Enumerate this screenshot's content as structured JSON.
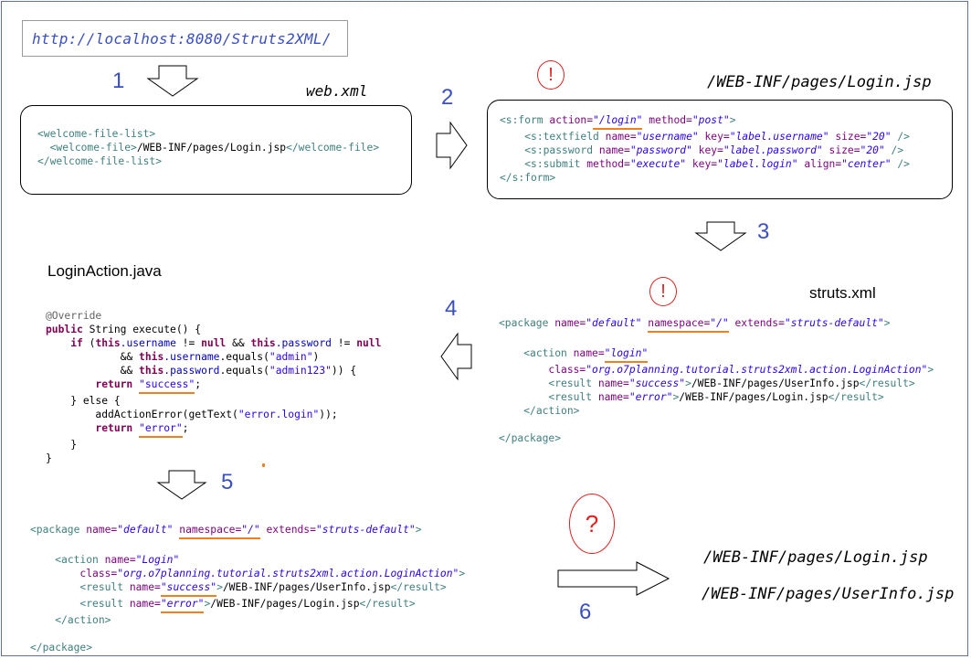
{
  "url": "http://localhost:8080/Struts2XML/",
  "steps": [
    "1",
    "2",
    "3",
    "4",
    "5",
    "6"
  ],
  "labels": {
    "web_xml": "web.xml",
    "login_jsp_path": "/WEB-INF/pages/Login.jsp",
    "struts_xml": "struts.xml",
    "login_action_java": "LoginAction.java",
    "result_login": "/WEB-INF/pages/Login.jsp",
    "result_userinfo": "/WEB-INF/pages/UserInfo.jsp"
  },
  "marks": {
    "warning": "!",
    "question": "?"
  },
  "web_xml_code": {
    "l1_tag": "<welcome-file-list>",
    "l2_open": "<welcome-file>",
    "l2_text": "/WEB-INF/pages/Login.jsp",
    "l2_close": "</welcome-file>",
    "l3_tag": "</welcome-file-list>"
  },
  "jsp_code": {
    "form_open": "<s:form",
    "a_action": " action=",
    "v_action": "\"/login\"",
    "a_method": " method=",
    "v_method": "\"post\"",
    "gt": ">",
    "tf_open": "<s:textfield",
    "a_name": " name=",
    "v_username": "\"username\"",
    "a_key": " key=",
    "v_key_username": "\"label.username\"",
    "a_size": " size=",
    "v_size": "\"20\"",
    "self_close": " />",
    "pw_open": "<s:password",
    "v_password": "\"password\"",
    "v_key_password": "\"label.password\"",
    "submit_open": "<s:submit",
    "a_method2": " method=",
    "v_execute": "\"execute\"",
    "v_key_login": "\"label.login\"",
    "a_align": " align=",
    "v_center": "\"center\"",
    "form_close": "</s:form>"
  },
  "struts_code": {
    "pkg_open": "<package",
    "a_name": " name=",
    "v_default": "\"default\"",
    "a_namespace": "namespace=",
    "v_namespace": "\"/\"",
    "a_extends": " extends=",
    "v_extends": "\"struts-default\"",
    "gt": ">",
    "action_open": "<action",
    "v_login": "\"login\"",
    "v_login_cap": "\"Login\"",
    "a_class": "class=",
    "v_class": "\"org.o7planning.tutorial.struts2xml.action.LoginAction\"",
    "result_open": "<result",
    "v_success": "\"success\"",
    "t_userinfo": "/WEB-INF/pages/UserInfo.jsp",
    "result_close": "</result>",
    "v_error": "\"error\"",
    "t_login": "/WEB-INF/pages/Login.jsp",
    "action_close": "</action>",
    "pkg_close": "</package>"
  },
  "java_code": {
    "annotation": "@Override",
    "kw_public": "public",
    "sig_rest": " String execute() {",
    "kw_if": "if",
    "paren_open": " (",
    "kw_this": "this",
    "f_username": ".username",
    "neq": " != ",
    "kw_null": "null",
    "and": " && ",
    "f_password": ".password",
    "equals_open": ".equals(",
    "s_admin": "\"admin\"",
    "close_paren": ")",
    "s_admin123": "\"admin123\"",
    "close_block": ")) {",
    "kw_return": "return",
    "s_success": "\"success\"",
    "semicolon": ";",
    "else_line": "} else {",
    "add_error": "addActionError(getText(",
    "s_error_login": "\"error.login\"",
    "add_error_close": "));",
    "s_error": "\"error\"",
    "brace_inner": "}",
    "brace_outer": "}"
  }
}
